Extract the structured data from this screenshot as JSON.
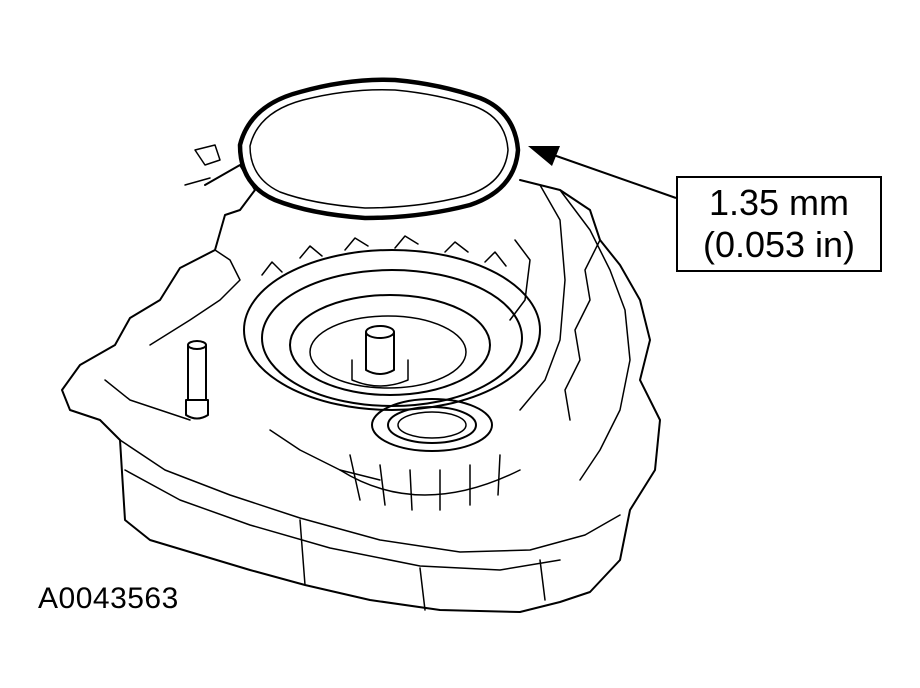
{
  "callout": {
    "metric": "1.35 mm",
    "imperial": "(0.053 in)"
  },
  "figure_id": "A0043563"
}
